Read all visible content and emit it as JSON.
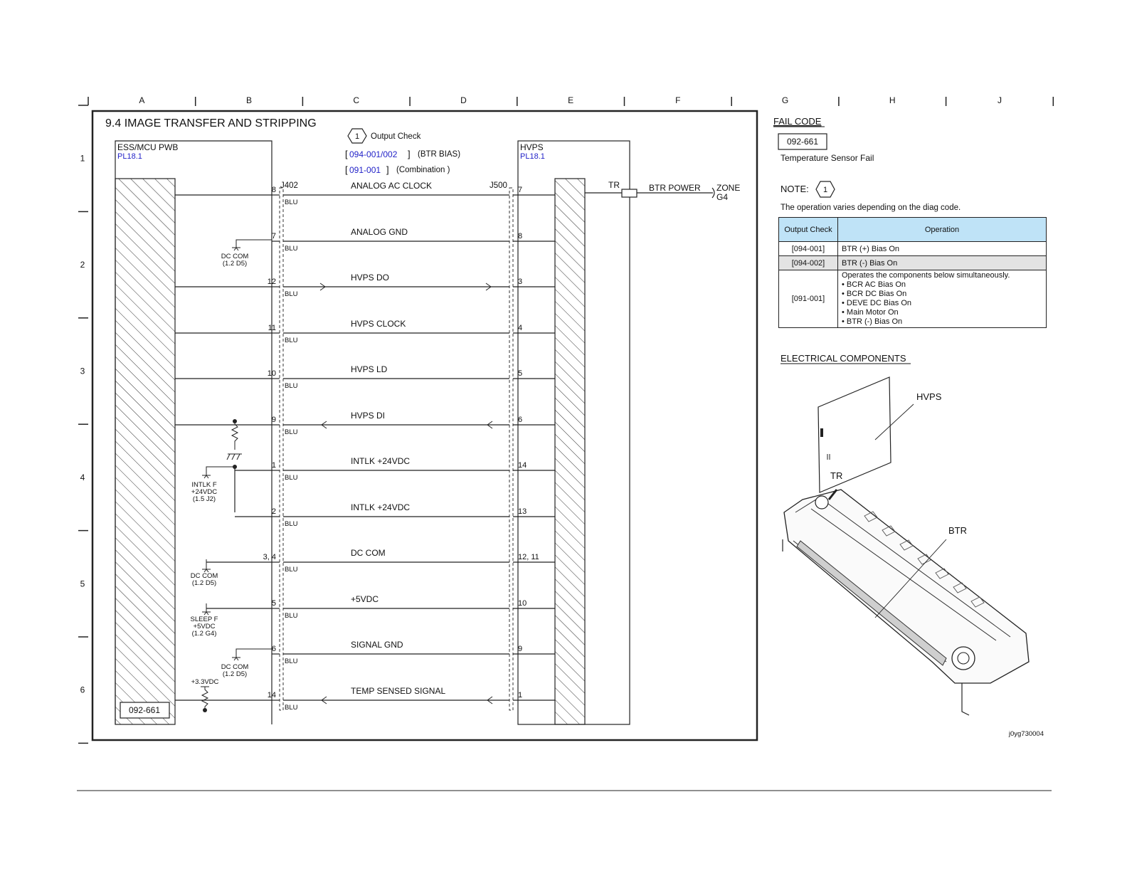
{
  "page": {
    "column_letters": [
      "A",
      "B",
      "C",
      "D",
      "E",
      "F",
      "G",
      "H",
      "J"
    ],
    "row_numbers": [
      "1",
      "2",
      "3",
      "4",
      "5",
      "6"
    ],
    "title": "9.4 IMAGE TRANSFER AND STRIPPING",
    "image_id": "j0yg730004"
  },
  "output_check": {
    "marker": "1",
    "label": "Output Check",
    "codes": [
      {
        "code": "094-001/002",
        "desc": "(BTR BIAS)"
      },
      {
        "code": "091-001",
        "desc": "(Combination )"
      }
    ]
  },
  "ess_board": {
    "name": "ESS/MCU PWB",
    "ref": "PL18.1",
    "connector": "J402",
    "fail_code_box": "092-661"
  },
  "hvps_board": {
    "name": "HVPS",
    "ref": "PL18.1",
    "connector": "J500",
    "tr_label": "TR"
  },
  "btr_power": {
    "label": "BTR POWER",
    "zone_line1": "ZONE",
    "zone_line2": "G4"
  },
  "wire_color": "BLU",
  "signals": [
    {
      "name": "ANALOG AC CLOCK",
      "pin_left": "8",
      "pin_right": "7",
      "direction": "none"
    },
    {
      "name": "ANALOG GND",
      "pin_left": "7",
      "pin_right": "8",
      "direction": "none"
    },
    {
      "name": "HVPS DO",
      "pin_left": "12",
      "pin_right": "3",
      "direction": "right"
    },
    {
      "name": "HVPS CLOCK",
      "pin_left": "11",
      "pin_right": "4",
      "direction": "none"
    },
    {
      "name": "HVPS LD",
      "pin_left": "10",
      "pin_right": "5",
      "direction": "none"
    },
    {
      "name": "HVPS DI",
      "pin_left": "9",
      "pin_right": "6",
      "direction": "left"
    },
    {
      "name": "INTLK +24VDC",
      "pin_left": "1",
      "pin_right": "14",
      "direction": "none"
    },
    {
      "name": "INTLK +24VDC",
      "pin_left": "2",
      "pin_right": "13",
      "direction": "none"
    },
    {
      "name": "DC COM",
      "pin_left": "3, 4",
      "pin_right": "12, 11",
      "direction": "none"
    },
    {
      "name": "+5VDC",
      "pin_left": "5",
      "pin_right": "10",
      "direction": "none"
    },
    {
      "name": "SIGNAL GND",
      "pin_left": "6",
      "pin_right": "9",
      "direction": "none"
    },
    {
      "name": "TEMP SENSED SIGNAL",
      "pin_left": "14",
      "pin_right": "1",
      "direction": "left"
    }
  ],
  "supplies": {
    "dc_com_1": [
      "DC COM",
      "(1.2 D5)"
    ],
    "intlk_f": [
      "INTLK F",
      "+24VDC",
      "(1.5 J2)"
    ],
    "dc_com_2": [
      "DC COM",
      "(1.2 D5)"
    ],
    "sleep_f": [
      "SLEEP F",
      "+5VDC",
      "(1.2 G4)"
    ],
    "dc_com_3": [
      "DC COM",
      "(1.2 D5)"
    ],
    "v33": "+3.3VDC"
  },
  "fail_code": {
    "heading": "FAIL CODE",
    "code": "092-661",
    "description": "Temperature Sensor Fail"
  },
  "note": {
    "label": "NOTE:",
    "marker": "1",
    "text": "The operation varies depending on the diag code.",
    "table": {
      "headers": [
        "Output Check",
        "Operation"
      ],
      "rows": [
        {
          "check": "[094-001]",
          "operation": "BTR (+) Bias On"
        },
        {
          "check": "[094-002]",
          "operation": "BTR (-) Bias On"
        },
        {
          "check": "[091-001]",
          "operation": "Operates the components below simultaneously.",
          "items": [
            "• BCR AC Bias On",
            "• BCR DC Bias On",
            "• DEVE DC Bias On",
            "• Main Motor On",
            "• BTR (-) Bias On"
          ]
        }
      ]
    }
  },
  "electrical_components": {
    "heading": "ELECTRICAL COMPONENTS",
    "labels": {
      "hvps": "HVPS",
      "tr": "TR",
      "btr": "BTR"
    }
  }
}
